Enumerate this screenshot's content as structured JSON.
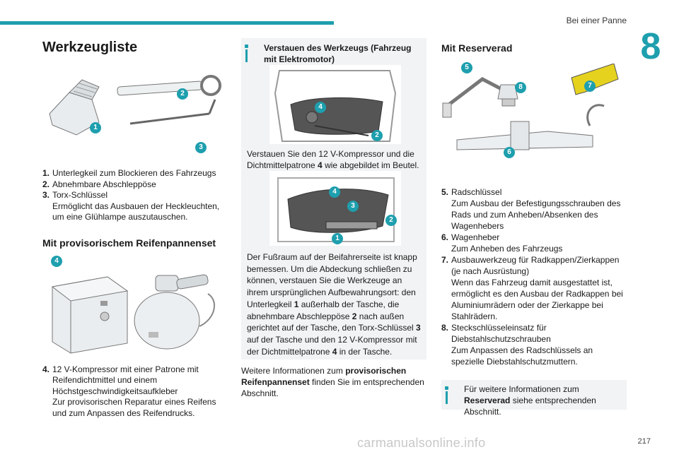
{
  "header": {
    "section": "Bei einer Panne",
    "chapter": "8",
    "page": "217"
  },
  "watermark": "carmanualsonline.info",
  "col1": {
    "title": "Werkzeugliste",
    "items": [
      {
        "n": "1.",
        "lines": [
          "Unterlegkeil zum Blockieren des Fahrzeugs"
        ]
      },
      {
        "n": "2.",
        "lines": [
          "Abnehmbare Abschleppöse"
        ]
      },
      {
        "n": "3.",
        "lines": [
          "Torx-Schlüssel",
          "Ermöglicht das Ausbauen der Heckleuchten, um eine Glühlampe auszutauschen."
        ]
      }
    ],
    "subtitle": "Mit provisorischem Reifenpannenset",
    "item4": {
      "n": "4.",
      "lines": [
        "12 V-Kompressor mit einer Patrone mit Reifendichtmittel und einem Höchstgeschwindigkeitsaufkleber",
        "Zur provisorischen Reparatur eines Reifens und zum Anpassen des Reifendrucks."
      ]
    },
    "callouts": [
      "1",
      "2",
      "3",
      "4"
    ]
  },
  "col2": {
    "info_title": "Verstauen des Werkzeugs (Fahrzeug mit Elektromotor)",
    "p1": {
      "a": "Verstauen Sie den 12 V-Kompressor und die Dichtmittelpatrone ",
      "b": "4",
      "c": " wie abgebildet im Beutel."
    },
    "p2": {
      "t1": "Der Fußraum auf der Beifahrerseite ist knapp bemessen. Um die Abdeckung schließen zu können, verstauen Sie die Werkzeuge an ihrem ursprünglichen Aufbewahrungsort: den Unterlegkeil ",
      "b1": "1",
      "t2": " außerhalb der Tasche, die abnehmbare Abschleppöse ",
      "b2": "2",
      "t3": " nach außen gerichtet auf der Tasche, den Torx-Schlüssel ",
      "b3": "3",
      "t4": " auf der Tasche und den 12 V-Kompressor mit der Dichtmittelpatrone ",
      "b4": "4",
      "t5": " in der Tasche."
    },
    "p3": {
      "a": "Weitere Informationen zum ",
      "b": "provisorischen Reifenpannenset",
      "c": " finden Sie im entsprechenden Abschnitt."
    },
    "callouts_a": [
      "4",
      "2"
    ],
    "callouts_b": [
      "4",
      "3",
      "2",
      "1"
    ]
  },
  "col3": {
    "title": "Mit Reserverad",
    "items": [
      {
        "n": "5.",
        "lines": [
          "Radschlüssel",
          "Zum Ausbau der Befestigungsschrauben des Rads und zum Anheben/Absenken des Wagenhebers"
        ]
      },
      {
        "n": "6.",
        "lines": [
          "Wagenheber",
          "Zum Anheben des Fahrzeugs"
        ]
      },
      {
        "n": "7.",
        "lines": [
          "Ausbauwerkzeug für Radkappen/Zierkappen (je nach Ausrüstung)",
          "Wenn das Fahrzeug damit ausgestattet ist, ermöglicht es den Ausbau der Radkappen bei Aluminiumrädern oder der Zierkappe bei Stahlrädern."
        ]
      },
      {
        "n": "8.",
        "lines": [
          "Steckschlüsseleinsatz für Diebstahlschutzschrauben",
          "Zum Anpassen des Radschlüssels an spezielle Diebstahlschutzmuttern."
        ]
      }
    ],
    "info": {
      "a": "Für weitere Informationen zum ",
      "b": "Reserverad",
      "c": " siehe entsprechenden Abschnitt."
    },
    "callouts": [
      "5",
      "8",
      "7",
      "6"
    ]
  }
}
